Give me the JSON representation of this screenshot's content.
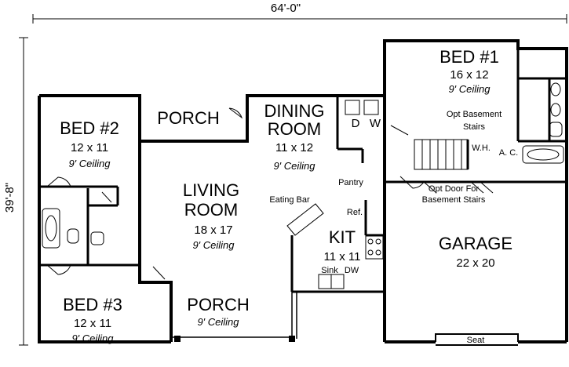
{
  "dimensions": {
    "width": "64'-0\"",
    "depth": "39'-8\""
  },
  "rooms": {
    "bed1": {
      "name": "BED #1",
      "size": "16 x 12",
      "ceiling": "9' Ceiling"
    },
    "bed2": {
      "name": "BED #2",
      "size": "12 x 11",
      "ceiling": "9' Ceiling"
    },
    "bed3": {
      "name": "BED #3",
      "size": "12 x 11",
      "ceiling": "9' Ceiling"
    },
    "porch_top": {
      "name": "PORCH"
    },
    "porch_bottom": {
      "name": "PORCH",
      "ceiling": "9' Ceiling"
    },
    "dining": {
      "name1": "DINING",
      "name2": "ROOM",
      "size": "11 x 12",
      "ceiling": "9' Ceiling"
    },
    "living": {
      "name1": "LIVING",
      "name2": "ROOM",
      "size": "18 x 17",
      "ceiling": "9' Ceiling"
    },
    "kit": {
      "name": "KIT",
      "size": "11 x 11"
    },
    "garage": {
      "name": "GARAGE",
      "size": "22 x 20"
    }
  },
  "labels": {
    "d": "D",
    "w": "W",
    "pantry": "Pantry",
    "opt_stairs_1": "Opt Basement",
    "opt_stairs_2": "Stairs",
    "wh": "W.H.",
    "ac": "A. C.",
    "opt_door_1": "Opt Door For",
    "opt_door_2": "Basement Stairs",
    "eating_bar": "Eating Bar",
    "ref": "Ref.",
    "sink": "Sink",
    "dw": "DW",
    "seat": "Seat"
  }
}
